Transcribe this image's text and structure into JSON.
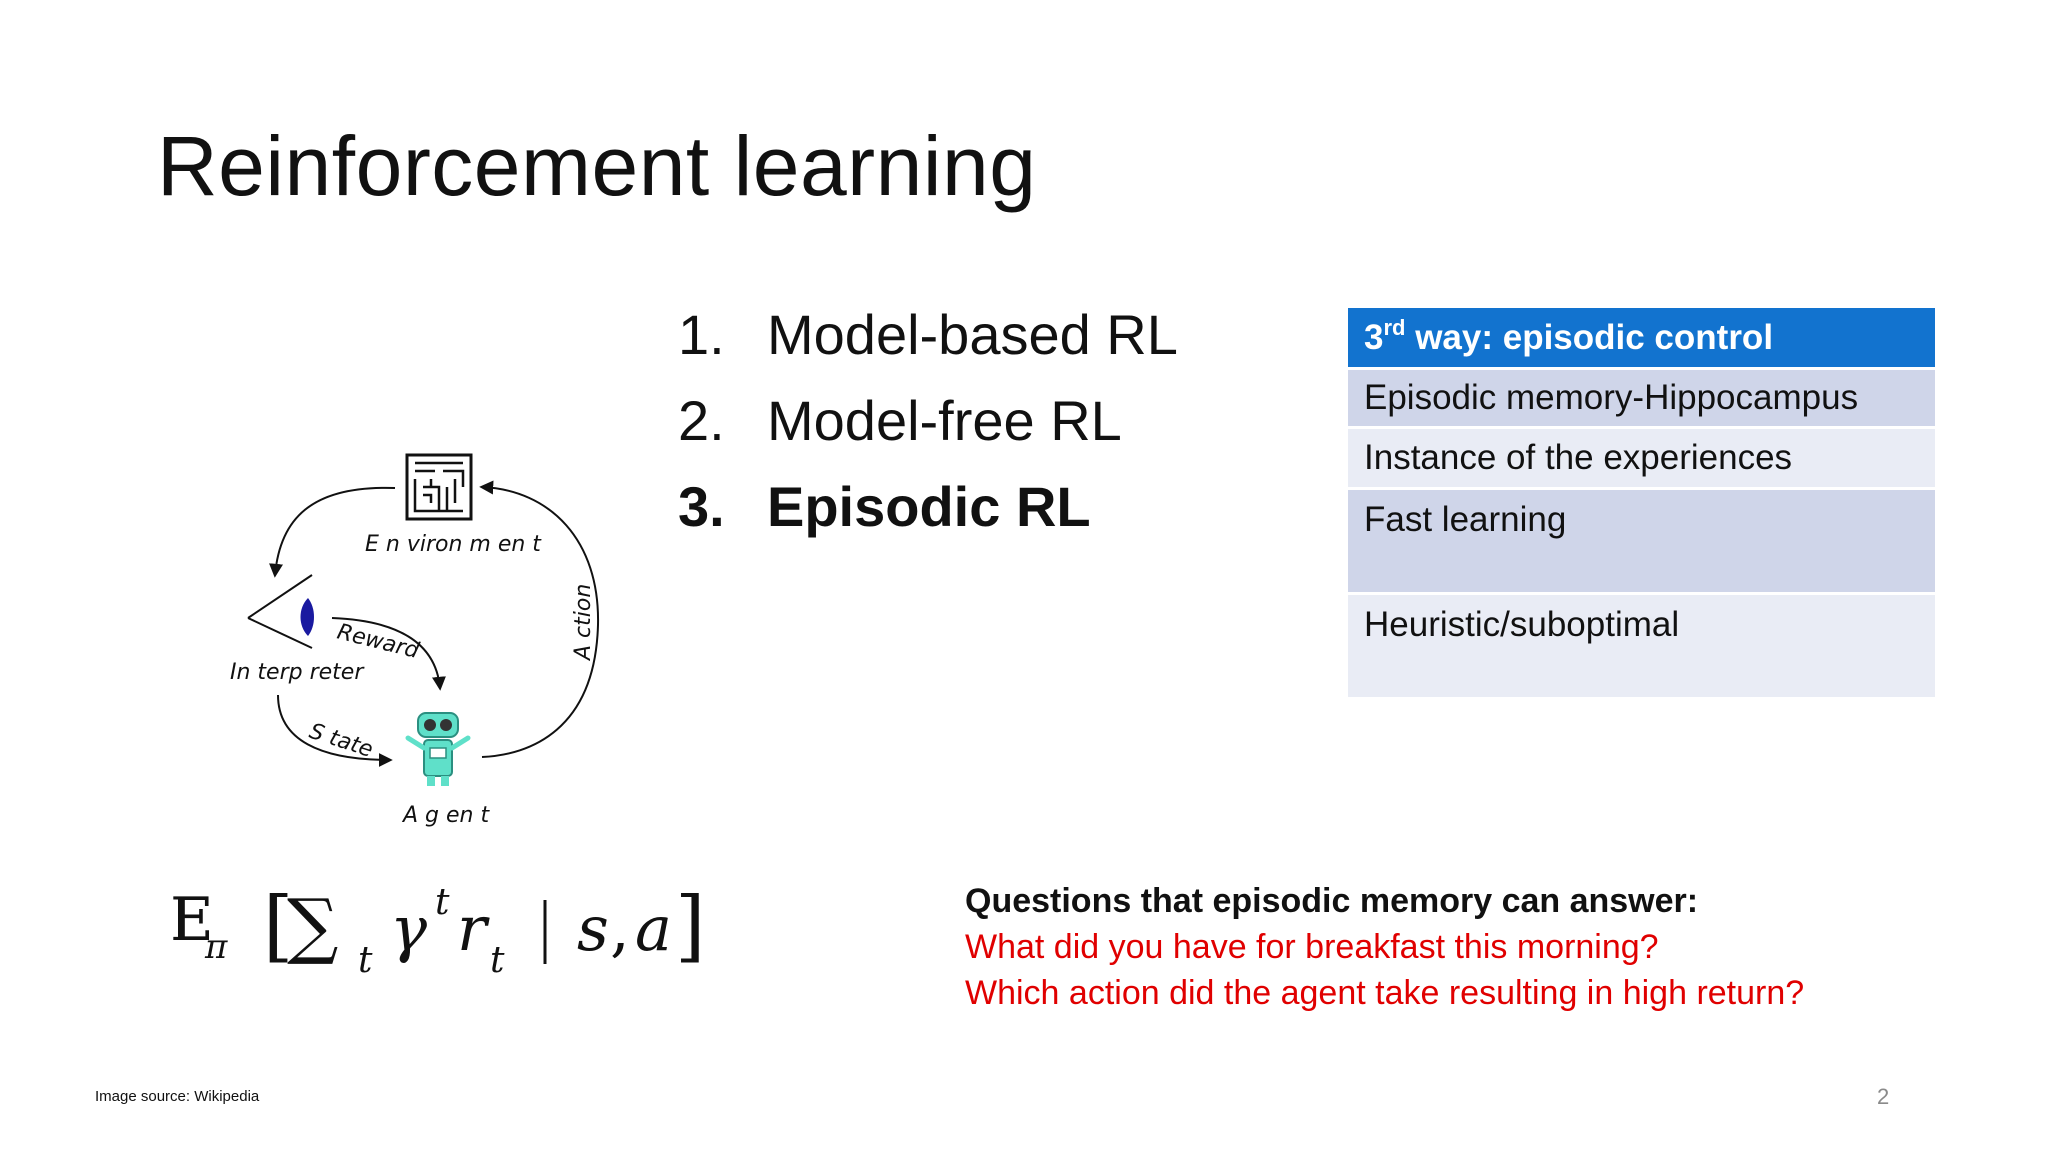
{
  "slide": {
    "title": "Reinforcement learning",
    "list": [
      {
        "num": "1.",
        "text": "Model-based RL"
      },
      {
        "num": "2.",
        "text": "Model-free RL"
      },
      {
        "num": "3.",
        "text": "Episodic RL"
      }
    ],
    "table": {
      "header_prefix": "3",
      "header_sup": "rd",
      "header_rest": " way: episodic control",
      "rows": [
        "Episodic memory-Hippocampus",
        "Instance of the experiences",
        "Fast learning",
        "Heuristic/suboptimal"
      ]
    },
    "diagram": {
      "environment": "E n viron m en t",
      "interpreter": "In terp reter",
      "reward": "Reward",
      "state": "S tate",
      "action": "A ction",
      "agent": "A g en t"
    },
    "questions": {
      "heading": "Questions that episodic memory can answer:",
      "lines": [
        "What did you have for breakfast this morning?",
        "Which action did the agent take resulting in high return?"
      ]
    },
    "image_source": "Image source: Wikipedia",
    "page_number": "2"
  },
  "colors": {
    "table_header": "#1273cf",
    "table_row_dark": "#cfd5e9",
    "table_row_light": "#e9ecf5",
    "question_red": "#e00000",
    "robot_teal": "#5fe0c9"
  }
}
